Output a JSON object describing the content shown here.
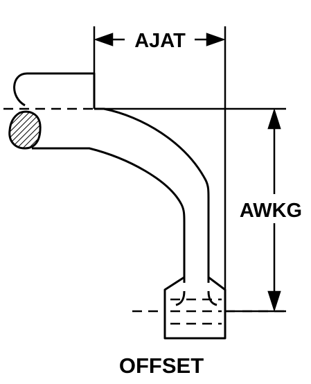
{
  "diagram": {
    "title": "OFFSET",
    "dimensions": {
      "horizontal": "AJAT",
      "vertical": "AWKG"
    }
  }
}
